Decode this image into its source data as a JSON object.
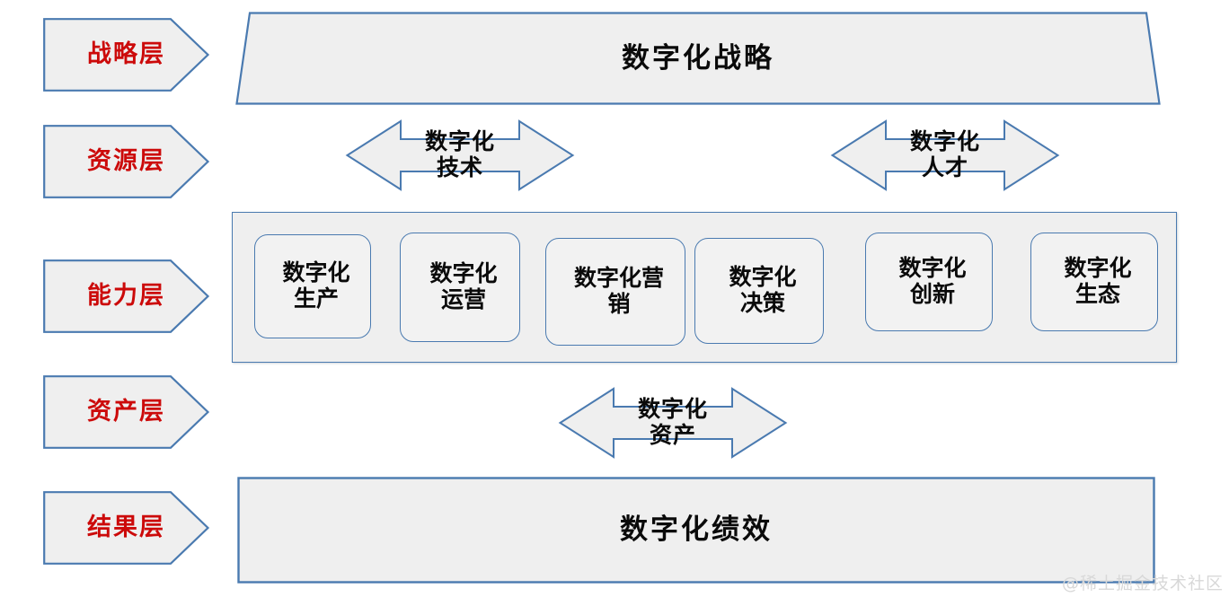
{
  "diagram": {
    "title_semantic": "digital-transformation-capability-framework",
    "colors": {
      "shape_border": "#4A7AB0",
      "shape_fill": "#EFEFEF",
      "stage_text": "#CC0A0A",
      "content_text": "#0A0A0A",
      "watermark": "#D8D8D8",
      "background": "#FFFFFF"
    },
    "stages": [
      {
        "id": "strategy",
        "label": "战略层"
      },
      {
        "id": "resource",
        "label": "资源层"
      },
      {
        "id": "capability",
        "label": "能力层"
      },
      {
        "id": "asset",
        "label": "资产层"
      },
      {
        "id": "result",
        "label": "结果层"
      }
    ],
    "strategy_banner": {
      "label": "数字化战略"
    },
    "resource_arrows": [
      {
        "id": "tech",
        "label": "数字化\n技术"
      },
      {
        "id": "talent",
        "label": "数字化\n人才"
      }
    ],
    "capabilities": [
      {
        "id": "production",
        "label": "数字化\n生产"
      },
      {
        "id": "operation",
        "label": "数字化\n运营"
      },
      {
        "id": "marketing",
        "label": "数字化营\n销"
      },
      {
        "id": "decision",
        "label": "数字化\n决策"
      },
      {
        "id": "innovation",
        "label": "数字化\n创新"
      },
      {
        "id": "ecosystem",
        "label": "数字化\n生态"
      }
    ],
    "asset_arrow": {
      "label": "数字化\n资产"
    },
    "result_banner": {
      "label": "数字化绩效"
    },
    "watermark": {
      "text": "@稀土掘金技术社区"
    }
  }
}
